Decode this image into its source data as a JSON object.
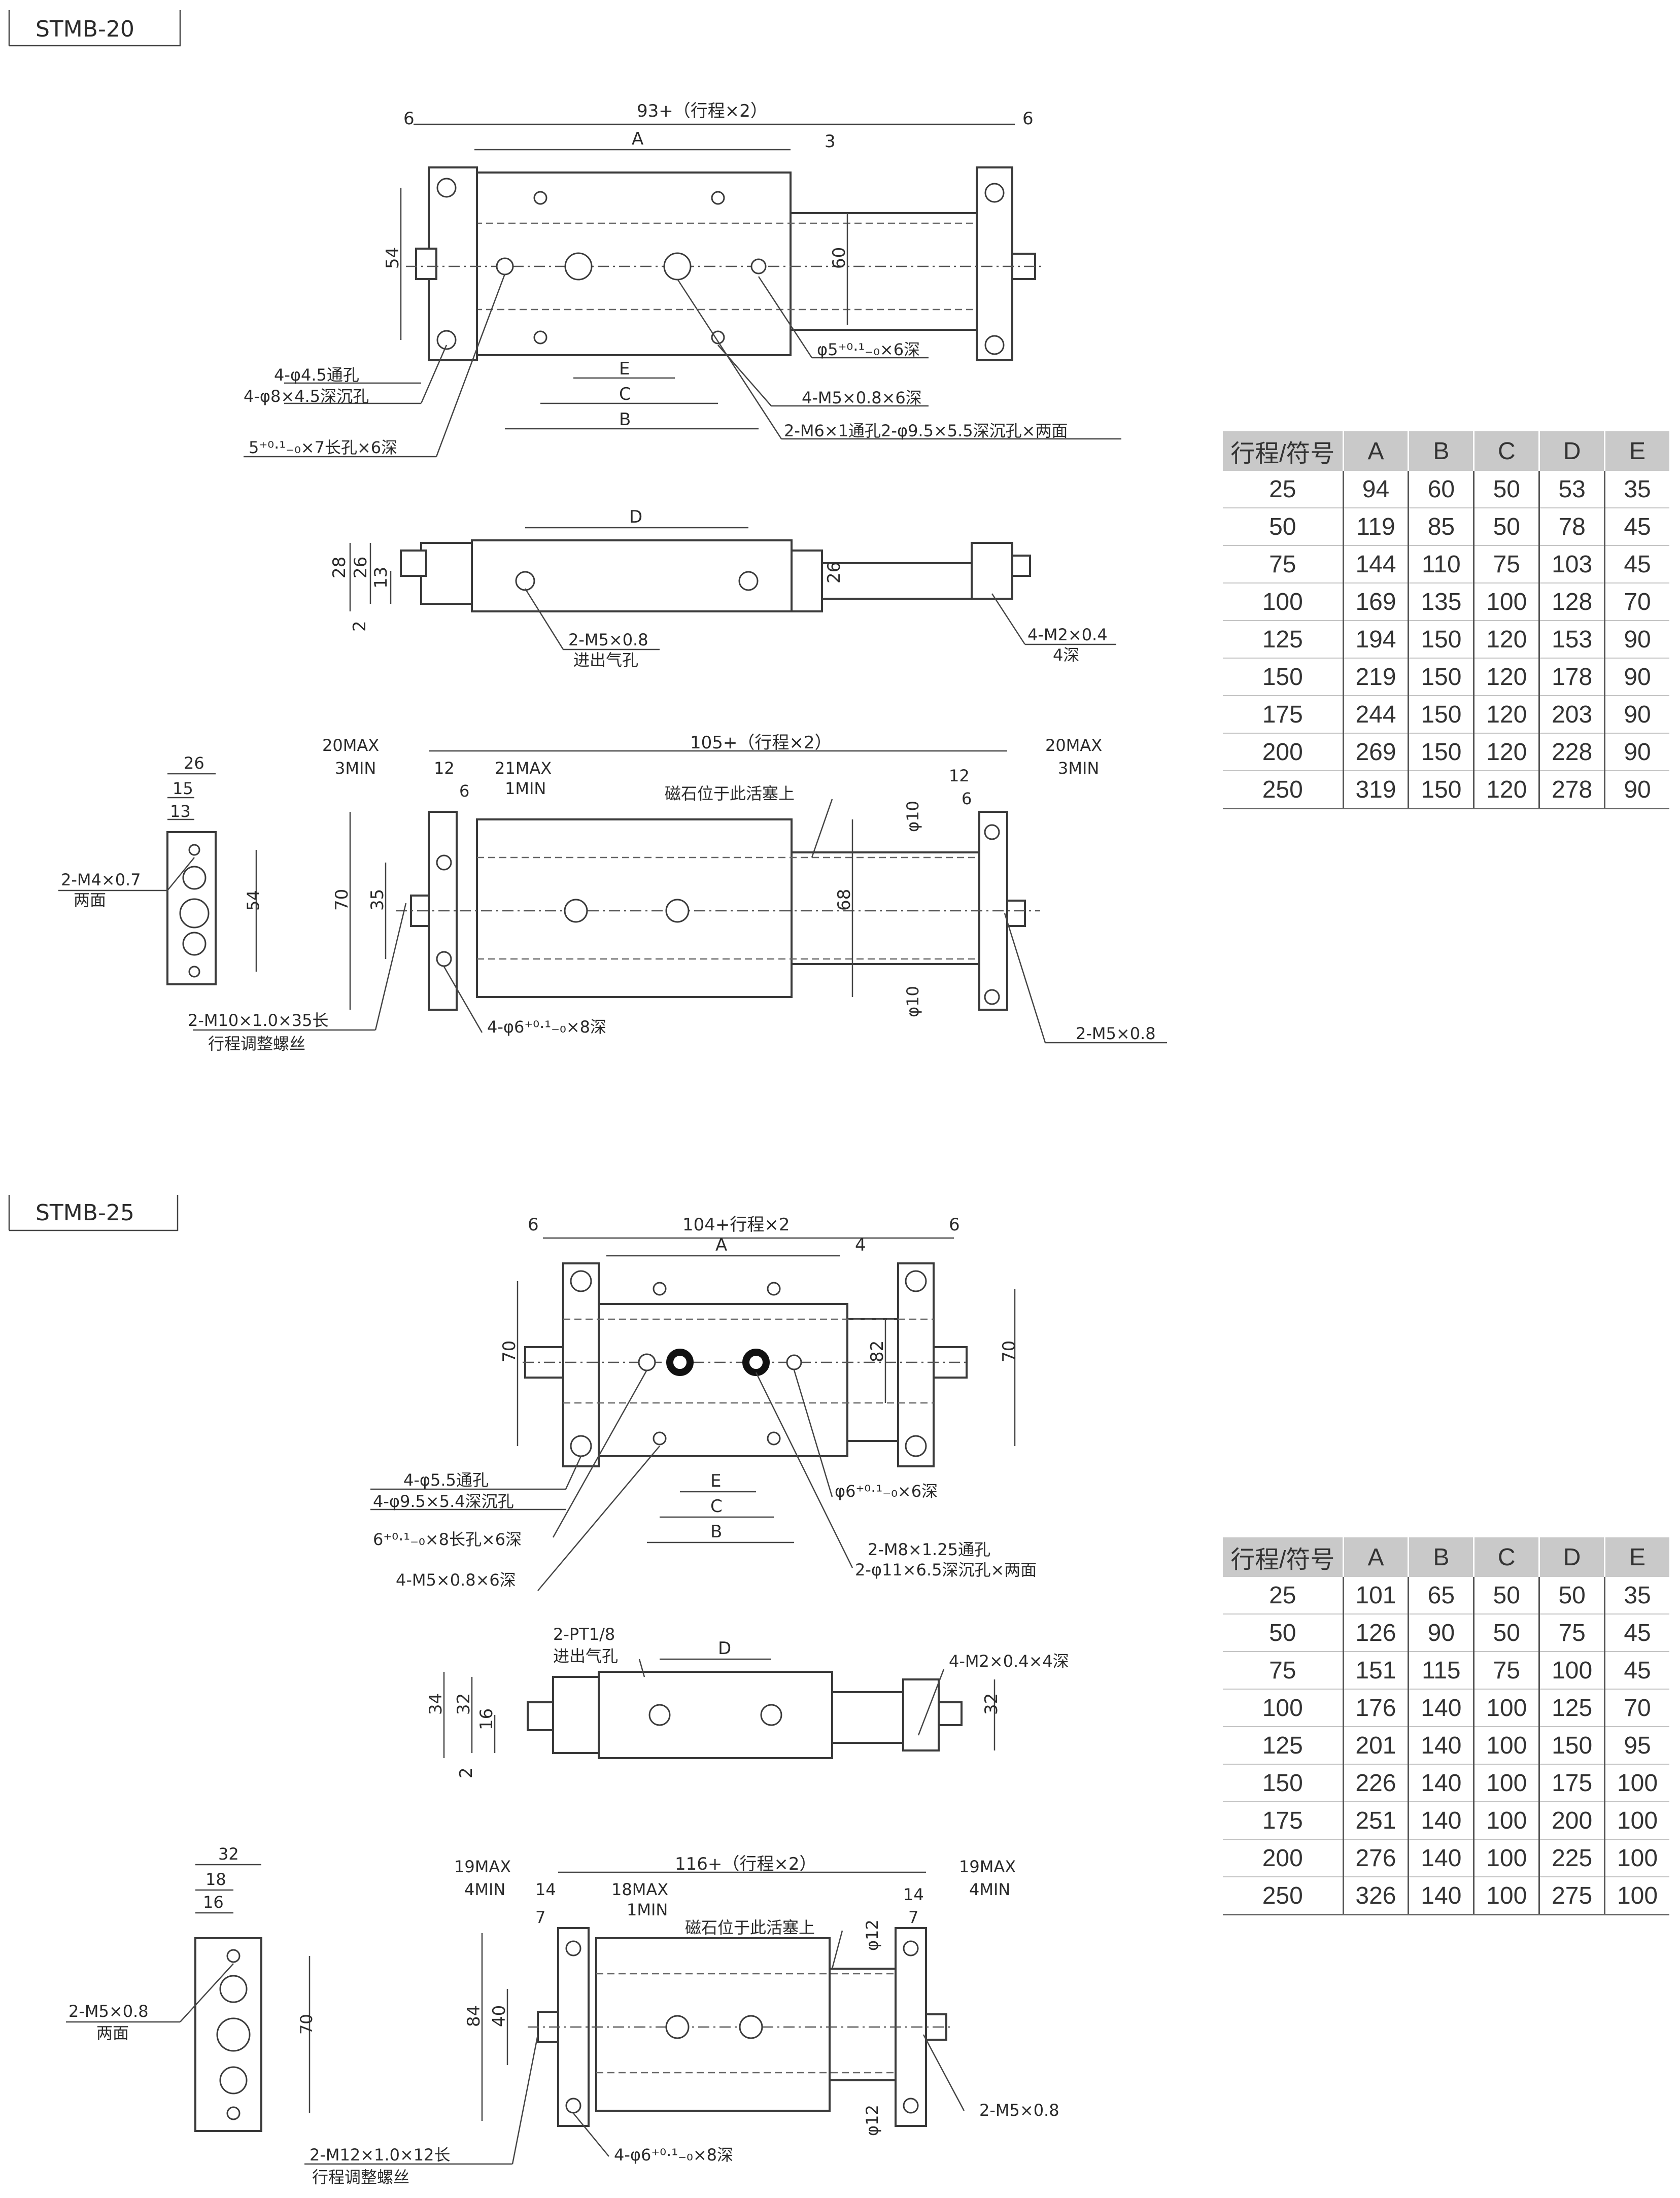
{
  "sections": [
    {
      "model": "STMB-20",
      "top_view": {
        "overall": "93+（行程×2）",
        "end_left": "6",
        "end_right": "6",
        "a": "A",
        "gap": "3",
        "height_54": "54",
        "height_60": "60",
        "e": "E",
        "c": "C",
        "b": "B",
        "note_holes_1": "4-φ4.5通孔",
        "note_holes_2": "4-φ8×4.5深沉孔",
        "note_slot": "5⁺⁰·¹₋₀×7长孔×6深",
        "note_pin": "φ5⁺⁰·¹₋₀×6深",
        "note_m5": "4-M5×0.8×6深",
        "note_m6": "2-M6×1通孔2-φ9.5×5.5深沉孔×两面"
      },
      "side_view": {
        "d": "D",
        "h28": "28",
        "h26": "26",
        "h13": "13",
        "h2": "2",
        "h26r": "26",
        "port_1": "2-M5×0.8",
        "port_2": "进出气孔",
        "thread_1": "4-M2×0.4",
        "thread_2": "4深"
      },
      "bottom_view": {
        "left_max": "20MAX",
        "left_min": "3MIN",
        "overall": "105+（行程×2）",
        "right_max": "20MAX",
        "right_min": "3MIN",
        "d12": "12",
        "d6": "6",
        "adj_max": "21MAX",
        "adj_min": "1MIN",
        "d12r": "12",
        "d6r": "6",
        "magnet": "磁石位于此活塞上",
        "phi10_top": "φ10",
        "phi10_bot": "φ10",
        "h70": "70",
        "h35": "35",
        "h68": "68",
        "screw_1": "2-M10×1.0×35长",
        "screw_2": "行程调整螺丝",
        "pin": "4-φ6⁺⁰·¹₋₀×8深",
        "port": "2-M5×0.8"
      },
      "end_view": {
        "w26": "26",
        "w15": "15",
        "w13": "13",
        "h54": "54",
        "thread_1": "2-M4×0.7",
        "thread_2": "两面"
      },
      "table": {
        "headers": [
          "行程/符号",
          "A",
          "B",
          "C",
          "D",
          "E"
        ],
        "rows": [
          [
            "25",
            "94",
            "60",
            "50",
            "53",
            "35"
          ],
          [
            "50",
            "119",
            "85",
            "50",
            "78",
            "45"
          ],
          [
            "75",
            "144",
            "110",
            "75",
            "103",
            "45"
          ],
          [
            "100",
            "169",
            "135",
            "100",
            "128",
            "70"
          ],
          [
            "125",
            "194",
            "150",
            "120",
            "153",
            "90"
          ],
          [
            "150",
            "219",
            "150",
            "120",
            "178",
            "90"
          ],
          [
            "175",
            "244",
            "150",
            "120",
            "203",
            "90"
          ],
          [
            "200",
            "269",
            "150",
            "120",
            "228",
            "90"
          ],
          [
            "250",
            "319",
            "150",
            "120",
            "278",
            "90"
          ]
        ]
      }
    },
    {
      "model": "STMB-25",
      "top_view": {
        "overall": "104+行程×2",
        "end_left": "6",
        "end_right": "6",
        "a": "A",
        "gap": "4",
        "height_70l": "70",
        "height_82": "82",
        "height_70r": "70",
        "e": "E",
        "c": "C",
        "b": "B",
        "note_holes_1": "4-φ5.5通孔",
        "note_holes_2": "4-φ9.5×5.4深沉孔",
        "note_slot": "6⁺⁰·¹₋₀×8长孔×6深",
        "note_m5": "4-M5×0.8×6深",
        "note_pin": "φ6⁺⁰·¹₋₀×6深",
        "note_m8_1": "2-M8×1.25通孔",
        "note_m8_2": "2-φ11×6.5深沉孔×两面"
      },
      "side_view": {
        "d": "D",
        "port_1": "2-PT1/8",
        "port_2": "进出气孔",
        "thread": "4-M2×0.4×4深",
        "h34": "34",
        "h32": "32",
        "h16": "16",
        "h2": "2",
        "h32r": "32"
      },
      "bottom_view": {
        "left_max": "19MAX",
        "left_min": "4MIN",
        "overall": "116+（行程×2）",
        "right_max": "19MAX",
        "right_min": "4MIN",
        "d14": "14",
        "d7": "7",
        "adj_max": "18MAX",
        "adj_min": "1MIN",
        "d14r": "14",
        "d7r": "7",
        "magnet": "磁石位于此活塞上",
        "phi12_top": "φ12",
        "phi12_bot": "φ12",
        "h84": "84",
        "h40": "40",
        "screw_1": "2-M12×1.0×12长",
        "screw_2": "行程调整螺丝",
        "pin": "4-φ6⁺⁰·¹₋₀×8深",
        "port": "2-M5×0.8"
      },
      "end_view": {
        "w32": "32",
        "w18": "18",
        "w16": "16",
        "h70": "70",
        "thread_1": "2-M5×0.8",
        "thread_2": "两面"
      },
      "table": {
        "headers": [
          "行程/符号",
          "A",
          "B",
          "C",
          "D",
          "E"
        ],
        "rows": [
          [
            "25",
            "101",
            "65",
            "50",
            "50",
            "35"
          ],
          [
            "50",
            "126",
            "90",
            "50",
            "75",
            "45"
          ],
          [
            "75",
            "151",
            "115",
            "75",
            "100",
            "45"
          ],
          [
            "100",
            "176",
            "140",
            "100",
            "125",
            "70"
          ],
          [
            "125",
            "201",
            "140",
            "100",
            "150",
            "95"
          ],
          [
            "150",
            "226",
            "140",
            "100",
            "175",
            "100"
          ],
          [
            "175",
            "251",
            "140",
            "100",
            "200",
            "100"
          ],
          [
            "200",
            "276",
            "140",
            "100",
            "225",
            "100"
          ],
          [
            "250",
            "326",
            "140",
            "100",
            "275",
            "100"
          ]
        ]
      }
    }
  ]
}
